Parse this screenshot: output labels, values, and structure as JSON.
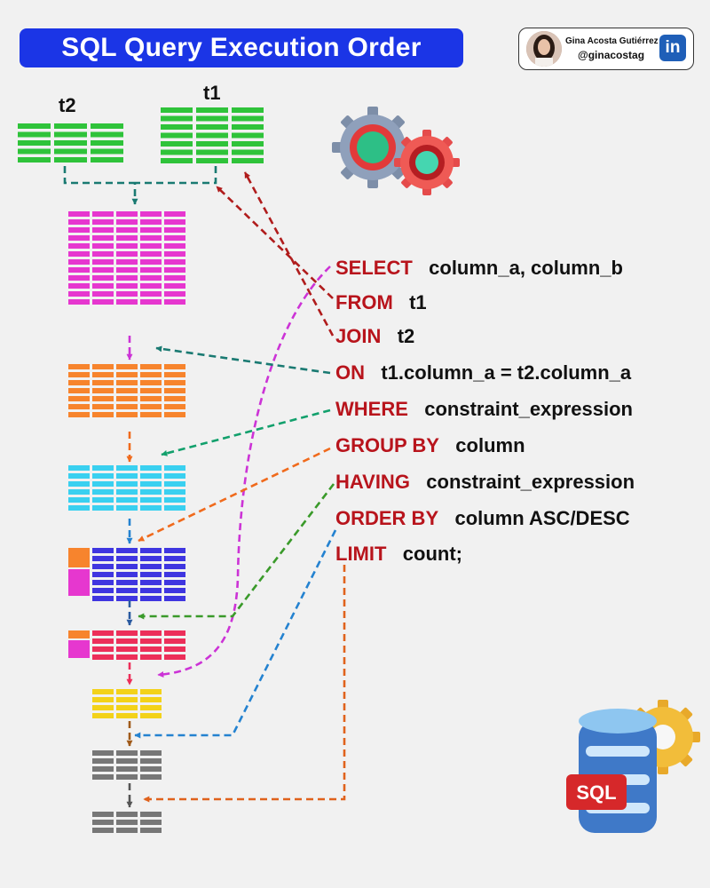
{
  "title": "SQL Query Execution Order",
  "author": {
    "name": "Gina Acosta Gutiérrez",
    "handle": "@ginacostag",
    "linkedin_icon": "linkedin-icon",
    "linkedin_glyph": "in"
  },
  "tables": {
    "t1": "t1",
    "t2": "t2"
  },
  "sql_lines": [
    {
      "keyword": "SELECT",
      "argument": "column_a, column_b",
      "arrow_color": "#cc33d6"
    },
    {
      "keyword": "FROM",
      "argument": "t1",
      "arrow_color": "#b01c1c"
    },
    {
      "keyword": "JOIN",
      "argument": "t2",
      "arrow_color": "#b01c1c"
    },
    {
      "keyword": "ON",
      "argument": "t1.column_a = t2.column_a",
      "arrow_color": "#1a7a72"
    },
    {
      "keyword": "WHERE",
      "argument": "constraint_expression",
      "arrow_color": "#12a06c"
    },
    {
      "keyword": "GROUP BY",
      "argument": "column",
      "arrow_color": "#f06a1c"
    },
    {
      "keyword": "HAVING",
      "argument": "constraint_expression",
      "arrow_color": "#3a9a2a"
    },
    {
      "keyword": "ORDER BY",
      "argument": "column ASC/DESC",
      "arrow_color": "#2482d0"
    },
    {
      "keyword": "LIMIT",
      "argument": "count;",
      "arrow_color": "#e0621c"
    }
  ],
  "colors": {
    "title_bg": "#1b35e6",
    "keyword": "#b8141c",
    "table_green": "#2fc33a",
    "table_magenta": "#e637cf",
    "table_orange": "#f7842d",
    "table_cyan": "#3ad0f0",
    "table_indigo": "#3f36e0",
    "table_red": "#ec2f5a",
    "table_yellow": "#f3d21a",
    "table_gray": "#777777"
  },
  "icons": [
    "gears-icon",
    "sql-database-gear-icon"
  ],
  "sql_icon_label": "SQL"
}
